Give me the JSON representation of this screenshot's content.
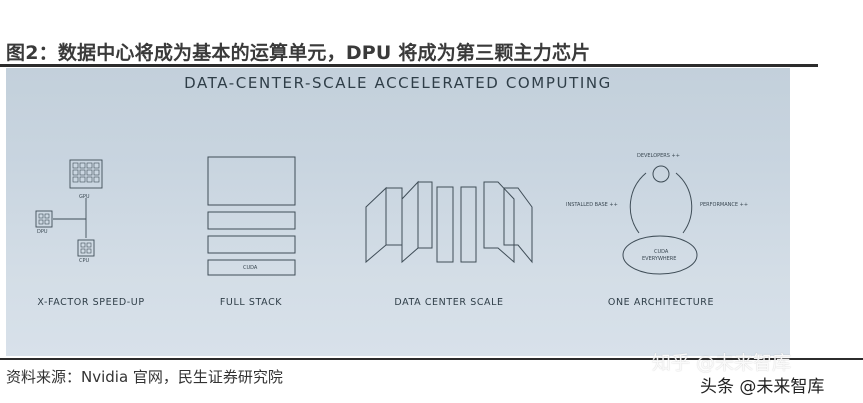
{
  "figure_title": "图2：数据中心将成为基本的运算单元，DPU 将成为第三颗主力芯片",
  "slide": {
    "heading": "DATA-CENTER-SCALE ACCELERATED COMPUTING",
    "panels": [
      {
        "label": "X-FACTOR SPEED-UP",
        "chips": [
          "GPU",
          "DPU",
          "CPU"
        ]
      },
      {
        "label": "FULL STACK",
        "bottom_layer": "CUDA"
      },
      {
        "label": "DATA CENTER SCALE"
      },
      {
        "label": "ONE ARCHITECTURE",
        "developers": "DEVELOPERS ++",
        "installed_base": "INSTALLED BASE ++",
        "performance": "PERFORMANCE ++",
        "cuda_line1": "CUDA",
        "cuda_line2": "EVERYWHERE"
      }
    ]
  },
  "source": "资料来源：Nvidia 官网，民生证券研究院",
  "watermarks": {
    "zhihu": "知乎 @未来智库",
    "toutiao": "头条 @未来智库"
  }
}
